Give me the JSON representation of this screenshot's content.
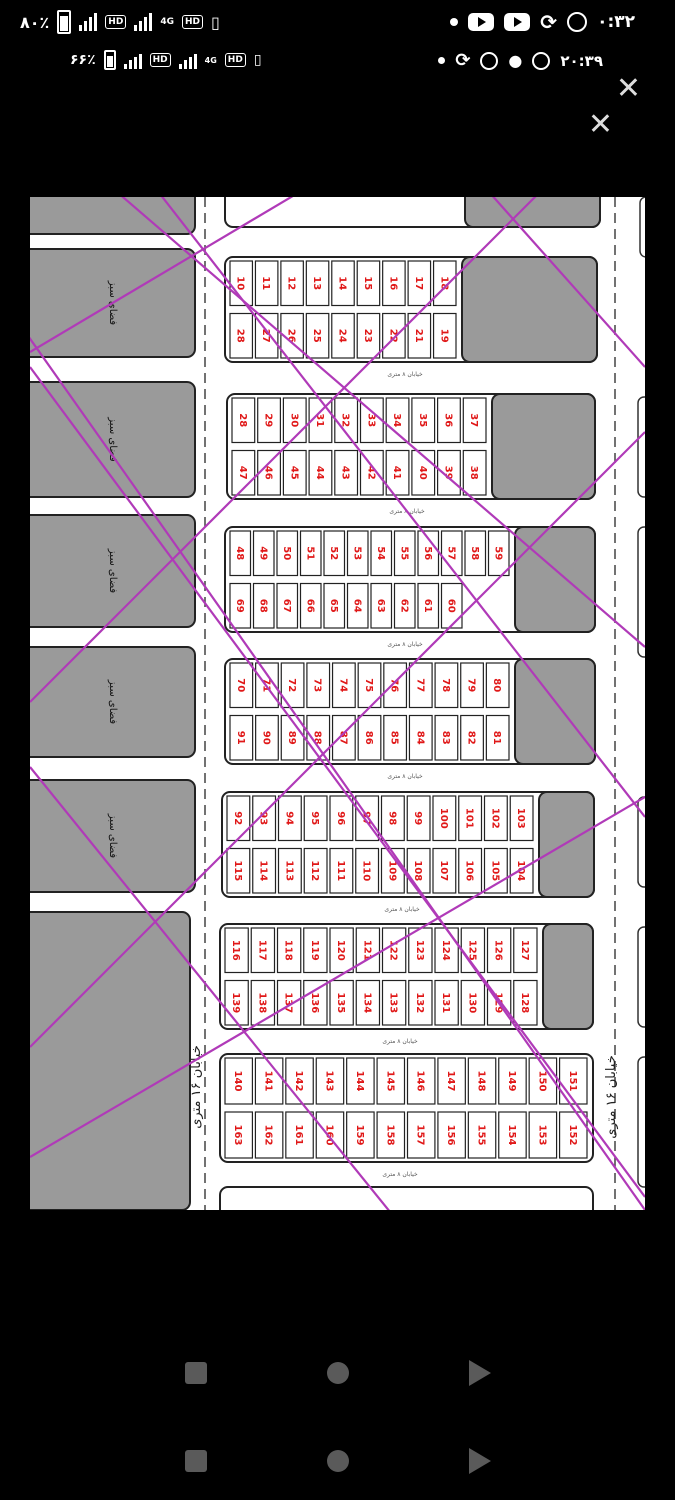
{
  "status_top": {
    "battery": "۸۰٪",
    "network": "4G",
    "hd": "HD",
    "time": "۰:۳۲"
  },
  "status_second": {
    "battery": "۶۶٪",
    "network": "4G",
    "hd": "HD",
    "time": "۲۰:۳۹"
  },
  "map": {
    "street_vertical_label": "خیابان ۱۶ متری",
    "street_small_label": "خیابان ۸ متری",
    "left_block_label": "فضای سبز",
    "lot_block_rows": [
      {
        "top": [
          "10",
          "11",
          "12",
          "13",
          "14",
          "15",
          "16",
          "17",
          "18"
        ],
        "bottom": [
          "28",
          "27",
          "26",
          "25",
          "24",
          "23",
          "22",
          "21",
          "19"
        ]
      },
      {
        "top": [
          "28",
          "29",
          "30",
          "31",
          "32",
          "33",
          "34",
          "35",
          "36",
          "37"
        ],
        "bottom": [
          "47",
          "46",
          "45",
          "44",
          "43",
          "42",
          "41",
          "40",
          "39",
          "38"
        ]
      },
      {
        "top": [
          "48",
          "49",
          "50",
          "51",
          "52",
          "53",
          "54",
          "55",
          "56",
          "57",
          "58",
          "59"
        ],
        "bottom": [
          "69",
          "68",
          "67",
          "66",
          "65",
          "64",
          "63",
          "62",
          "61",
          "60"
        ]
      },
      {
        "top": [
          "70",
          "71",
          "72",
          "73",
          "74",
          "75",
          "76",
          "77",
          "78",
          "79",
          "80"
        ],
        "bottom": [
          "91",
          "90",
          "89",
          "88",
          "87",
          "86",
          "85",
          "84",
          "83",
          "82",
          "81"
        ]
      },
      {
        "top": [
          "92",
          "93",
          "94",
          "95",
          "96",
          "97",
          "98",
          "99",
          "100",
          "101",
          "102",
          "103"
        ],
        "bottom": [
          "115",
          "114",
          "113",
          "112",
          "111",
          "110",
          "109",
          "108",
          "107",
          "106",
          "105",
          "104"
        ]
      },
      {
        "top": [
          "116",
          "117",
          "118",
          "119",
          "120",
          "121",
          "122",
          "123",
          "124",
          "125",
          "126",
          "127"
        ],
        "bottom": [
          "139",
          "138",
          "137",
          "136",
          "135",
          "134",
          "133",
          "132",
          "131",
          "130",
          "129",
          "128"
        ]
      },
      {
        "top": [
          "140",
          "141",
          "142",
          "143",
          "144",
          "145",
          "146",
          "147",
          "148",
          "149",
          "150",
          "151"
        ],
        "bottom": [
          "163",
          "162",
          "161",
          "160",
          "159",
          "158",
          "157",
          "156",
          "155",
          "154",
          "153",
          "152"
        ]
      }
    ]
  },
  "nav": {
    "back": "back-icon",
    "home": "home-icon",
    "recents": "recents-icon"
  }
}
